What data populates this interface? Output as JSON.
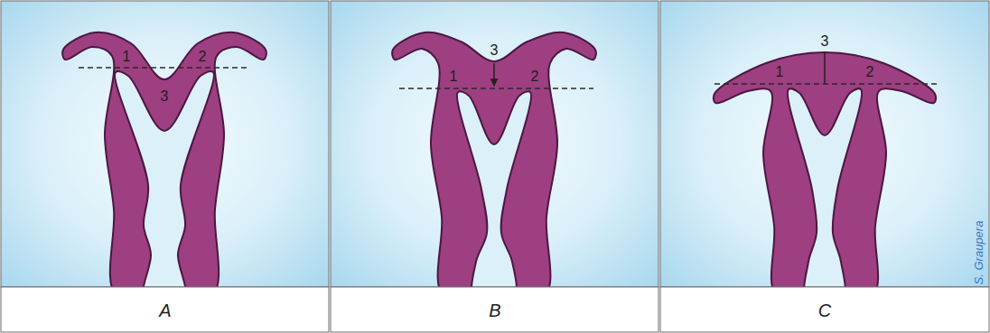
{
  "diagram": {
    "labels": [
      "1",
      "2",
      "3",
      "3",
      "1",
      "2",
      "3",
      "1",
      "2",
      "S. Graupera",
      "A",
      "B",
      "C"
    ]
  }
}
